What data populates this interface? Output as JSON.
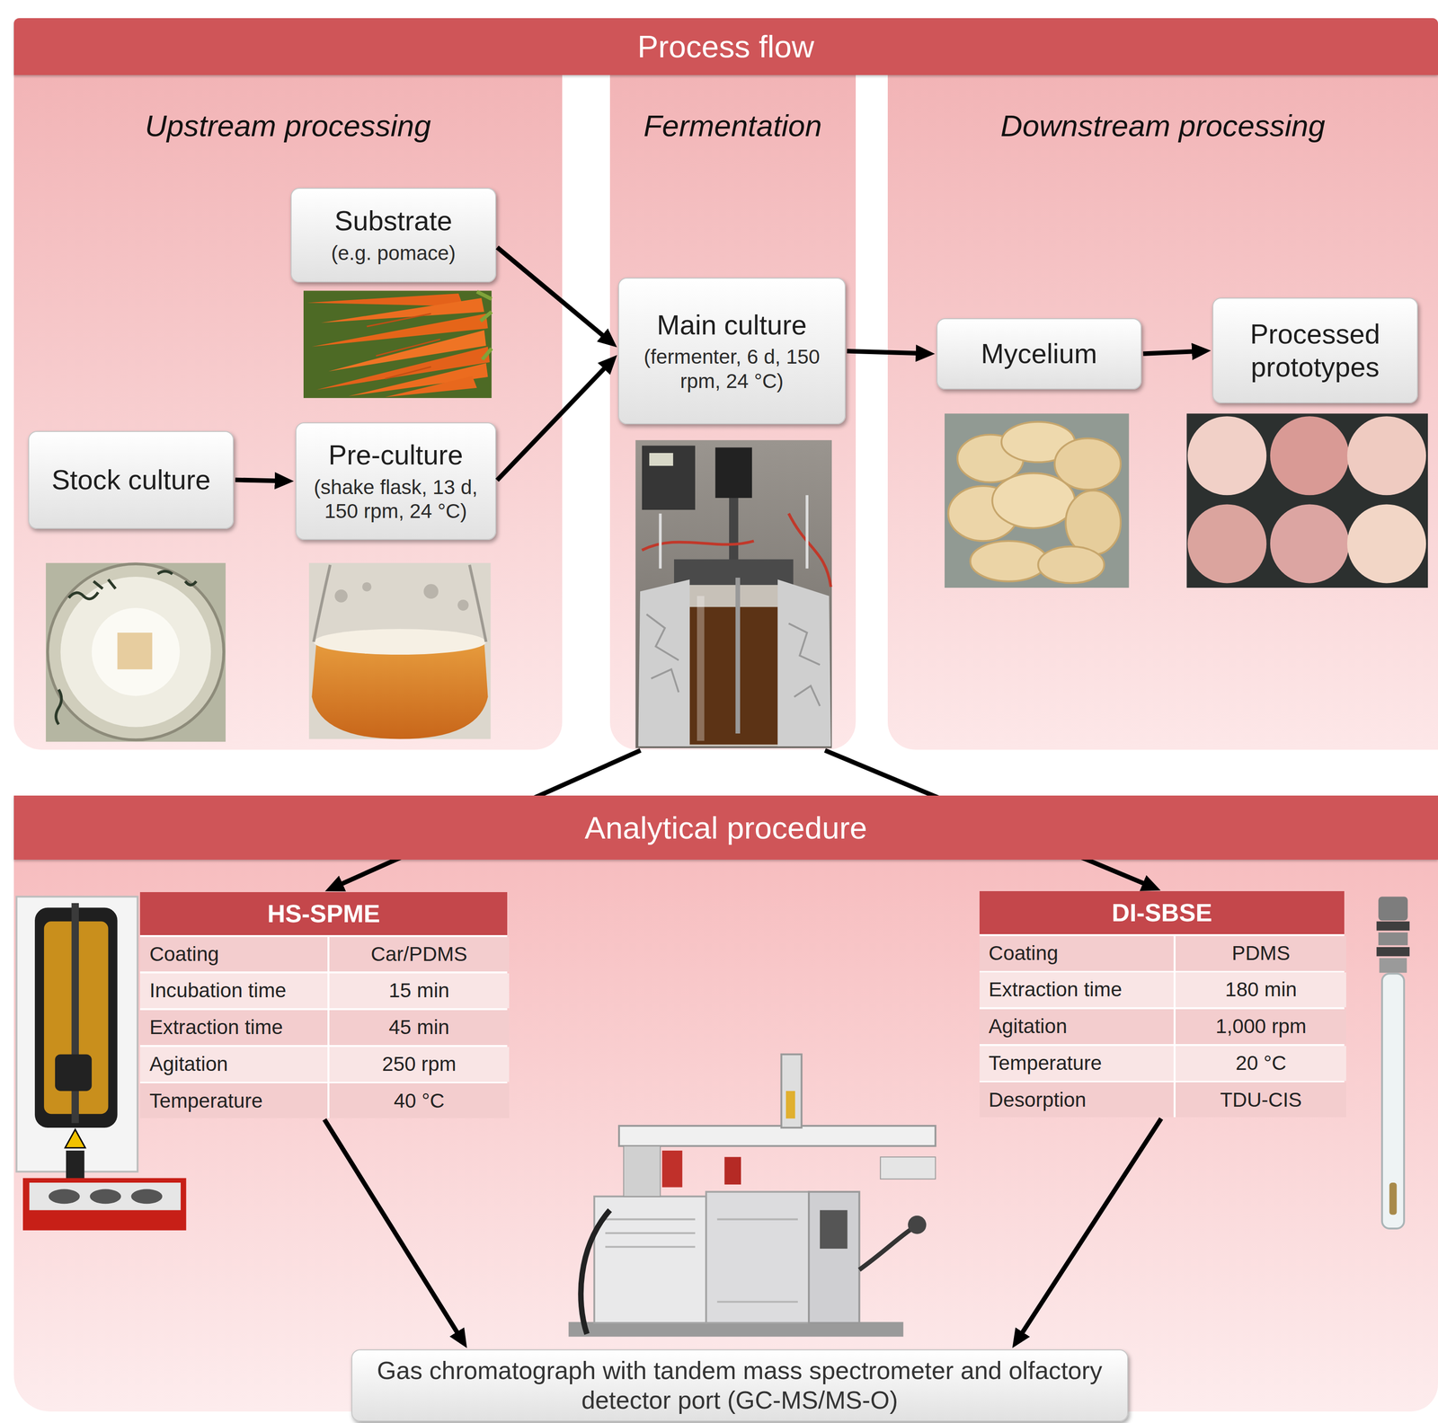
{
  "diagram": {
    "nodes": [
      {
        "text": [
          "Process flow"
        ]
      },
      {
        "text": [
          "Upstream processing"
        ],
        "in": 0
      },
      {
        "text": [
          "Substrate",
          "(e.g. pomace)"
        ],
        "in": 1
      },
      {
        "text": [
          "Stock culture"
        ],
        "in": 1
      },
      {
        "text": [
          "Pre-culture",
          "(shake flask, 13 d, 150 rpm, 24 °C)"
        ],
        "in": 1
      },
      {
        "text": [
          "Fermentation"
        ],
        "in": 0
      },
      {
        "text": [
          "Main culture",
          "(fermenter, 6 d, 150 rpm, 24 °C)"
        ],
        "in": 5
      },
      {
        "text": [
          "Downstream processing"
        ],
        "in": 0
      },
      {
        "text": [
          "Mycelium"
        ],
        "in": 7
      },
      {
        "text": [
          "Processed prototypes"
        ],
        "in": 7
      },
      {
        "text": [
          "Analytical procedure"
        ]
      },
      {
        "text": [
          "HS-SPME"
        ],
        "in": 10
      },
      {
        "text": [
          "DI-SBSE"
        ],
        "in": 10
      },
      {
        "text": [
          "Gas chromatograph with tandem mass spectrometer and olfactory detector port (GC-MS/MS-O)"
        ],
        "in": 10
      }
    ],
    "edges": [
      {
        "from": 3,
        "to": 4,
        "arrow": "to"
      },
      {
        "from": 2,
        "to": 6,
        "arrow": "to"
      },
      {
        "from": 4,
        "to": 6,
        "arrow": "to"
      },
      {
        "from": 6,
        "to": 8,
        "arrow": "to"
      },
      {
        "from": 8,
        "to": 9,
        "arrow": "to"
      },
      {
        "from": 5,
        "to": 11,
        "arrow": "to"
      },
      {
        "from": 5,
        "to": 12,
        "arrow": "to"
      },
      {
        "from": 11,
        "to": 13,
        "arrow": "to"
      },
      {
        "from": 12,
        "to": 13,
        "arrow": "to"
      }
    ],
    "labels": [
      "Coating",
      "Car/PDMS",
      "Incubation time",
      "15 min",
      "Extraction time",
      "45 min",
      "Agitation",
      "250 rpm",
      "Temperature",
      "40 °C",
      "Coating",
      "PDMS",
      "Extraction time",
      "180 min",
      "Agitation",
      "1,000 rpm",
      "Temperature",
      "20 °C",
      "Desorption",
      "TDU-CIS"
    ]
  }
}
